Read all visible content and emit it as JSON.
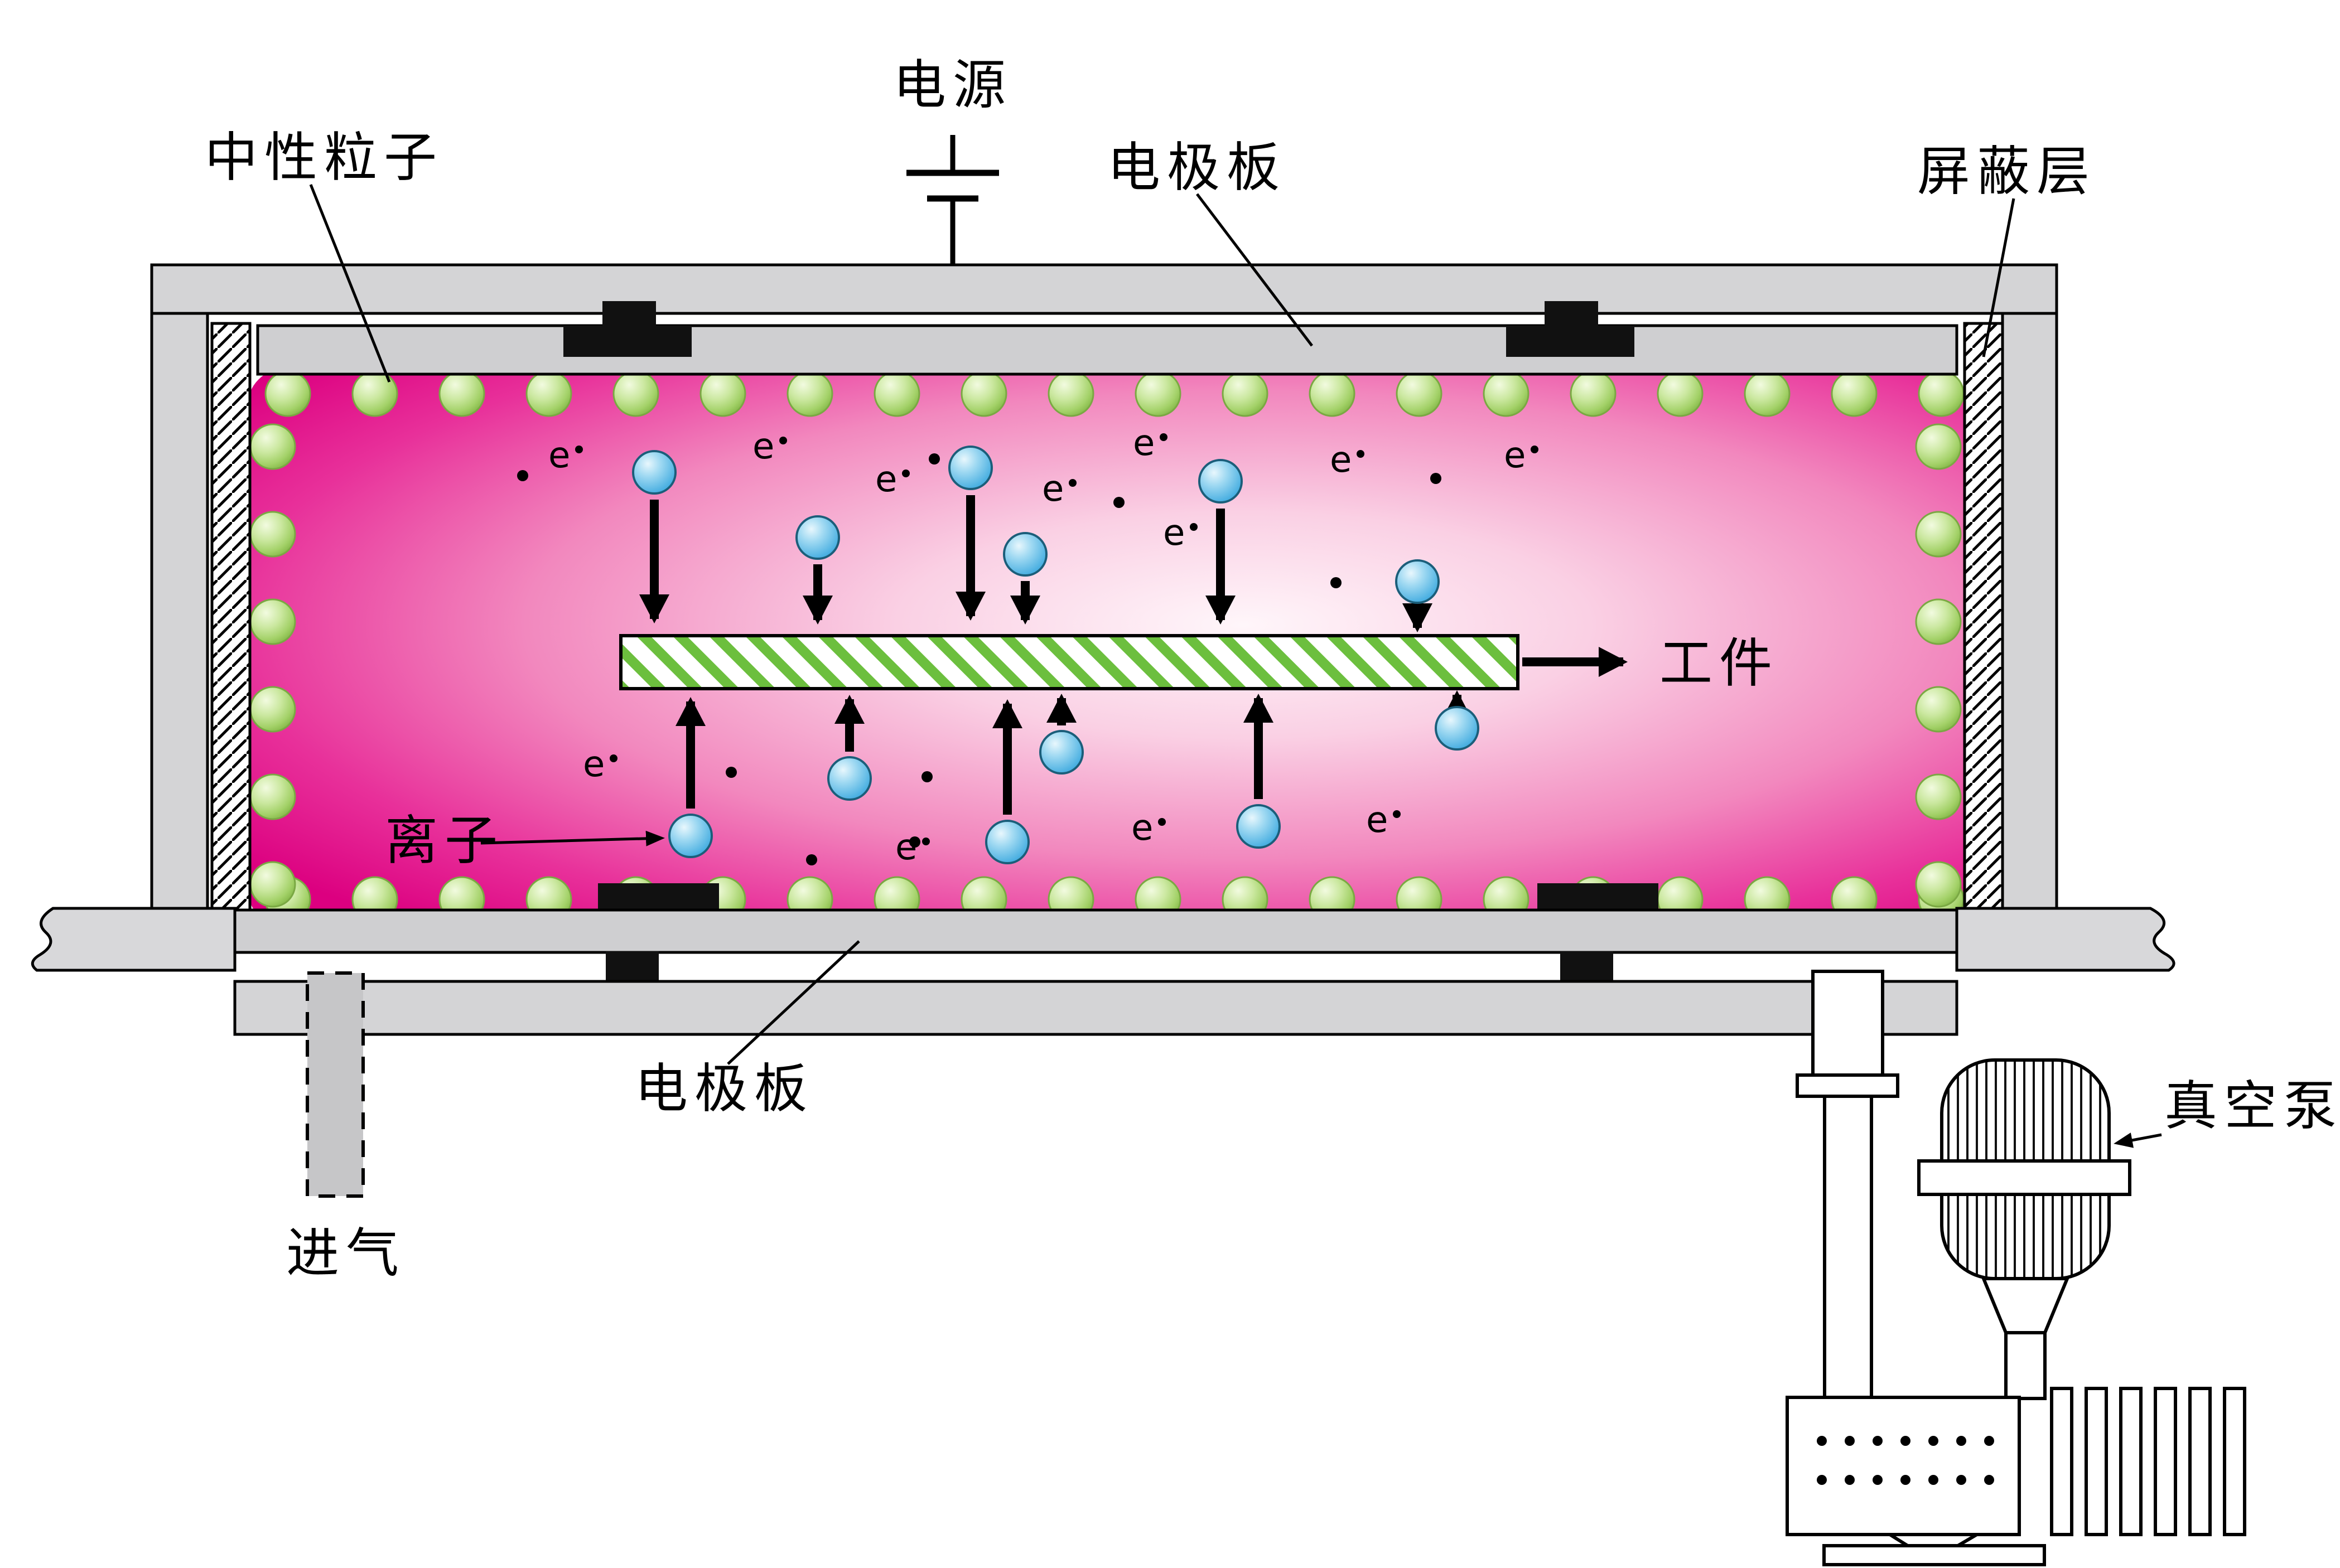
{
  "labels": {
    "power_supply": "电源",
    "neutral_particle": "中性粒子",
    "electrode_top": "电极板",
    "shield_layer": "屏蔽层",
    "workpiece": "工件",
    "ion": "离子",
    "electrode_bottom": "电极板",
    "gas_inlet": "进气",
    "vacuum_pump": "真空泵",
    "electron": "e"
  },
  "colors": {
    "plasma_edge": "#DC0080",
    "plasma_center": "#FFF6FA",
    "neutral_particle": "#A6D36C",
    "ion": "#49B2E2",
    "workpiece_stripe": "#6CBF3E",
    "chamber_gray": "#D4D4D6",
    "electrode_gray": "#CFCFD1"
  }
}
